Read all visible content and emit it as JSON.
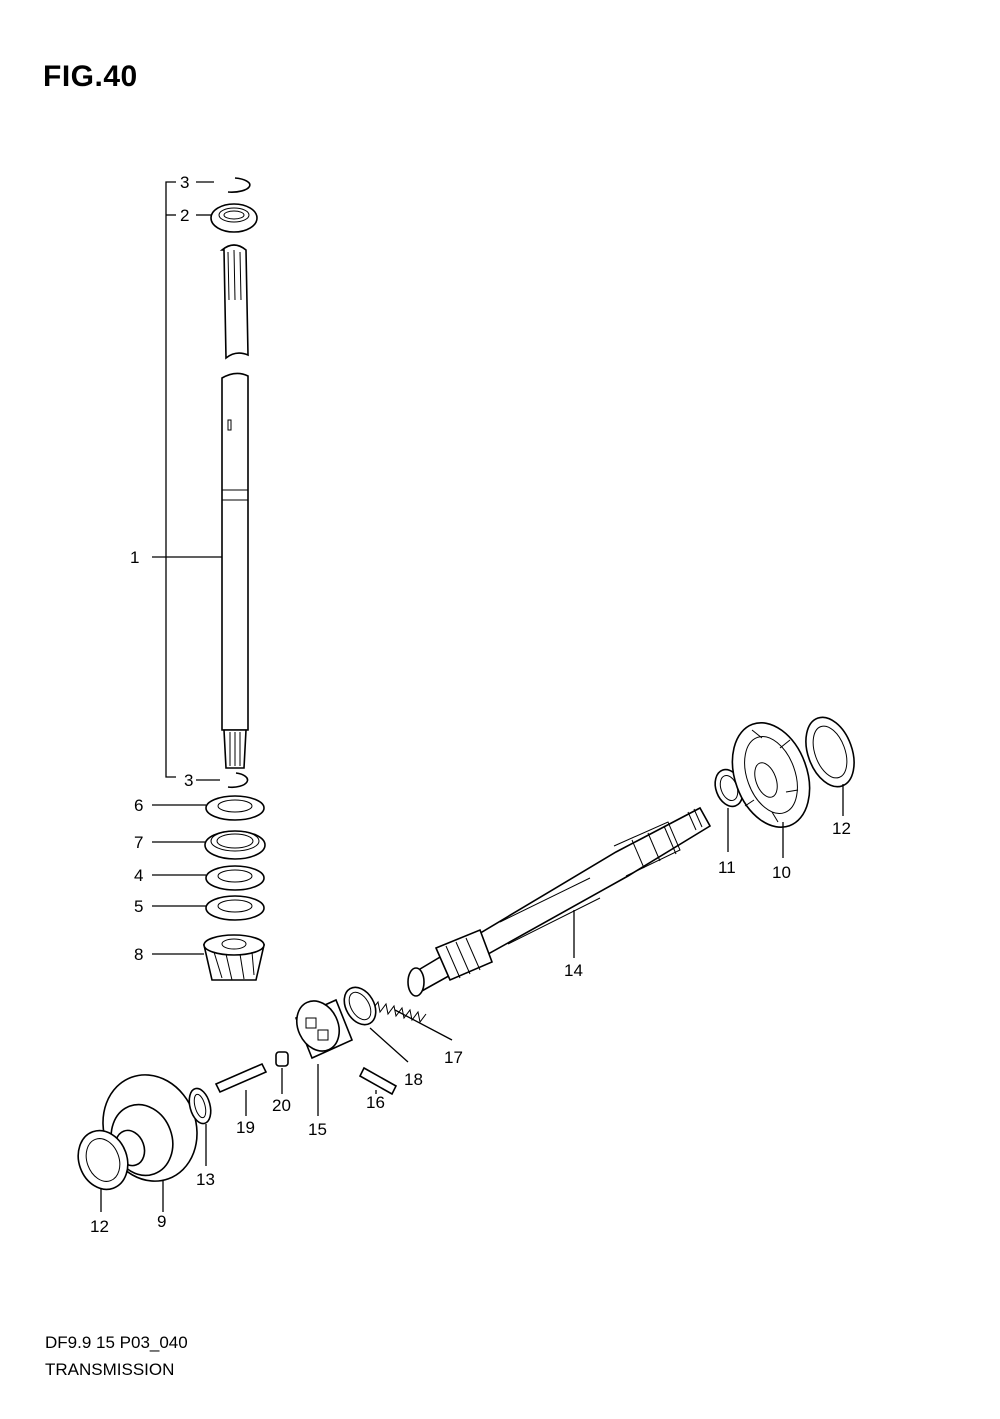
{
  "figure": {
    "title": "FIG.40"
  },
  "footer": {
    "code": "DF9.9 15 P03_040",
    "name": "TRANSMISSION"
  },
  "callouts": [
    "1",
    "2",
    "3",
    "3",
    "4",
    "5",
    "6",
    "7",
    "8",
    "9",
    "10",
    "11",
    "12",
    "12",
    "13",
    "14",
    "15",
    "16",
    "17",
    "18",
    "19",
    "20"
  ]
}
